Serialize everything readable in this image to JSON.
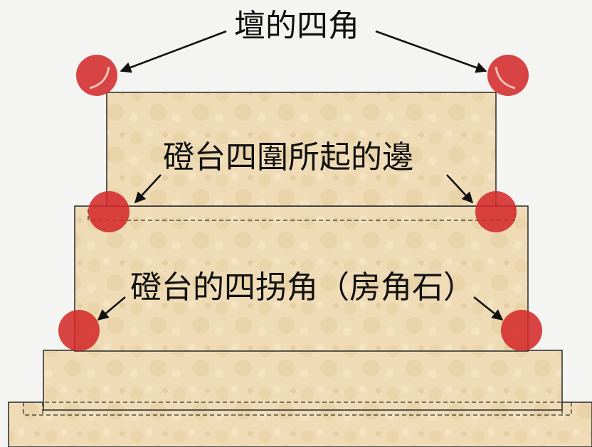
{
  "labels": {
    "altar_corners": "壇的四角",
    "platform_edge": "磴台四圍所起的邊",
    "platform_corners": "磴台的四拐角（房角石）"
  },
  "colors": {
    "stone": "#efdcb6",
    "stone_shade": "#e2c896",
    "corner_marker": "#d42a2a",
    "outline": "#333333",
    "background": "#f4f4f2"
  }
}
